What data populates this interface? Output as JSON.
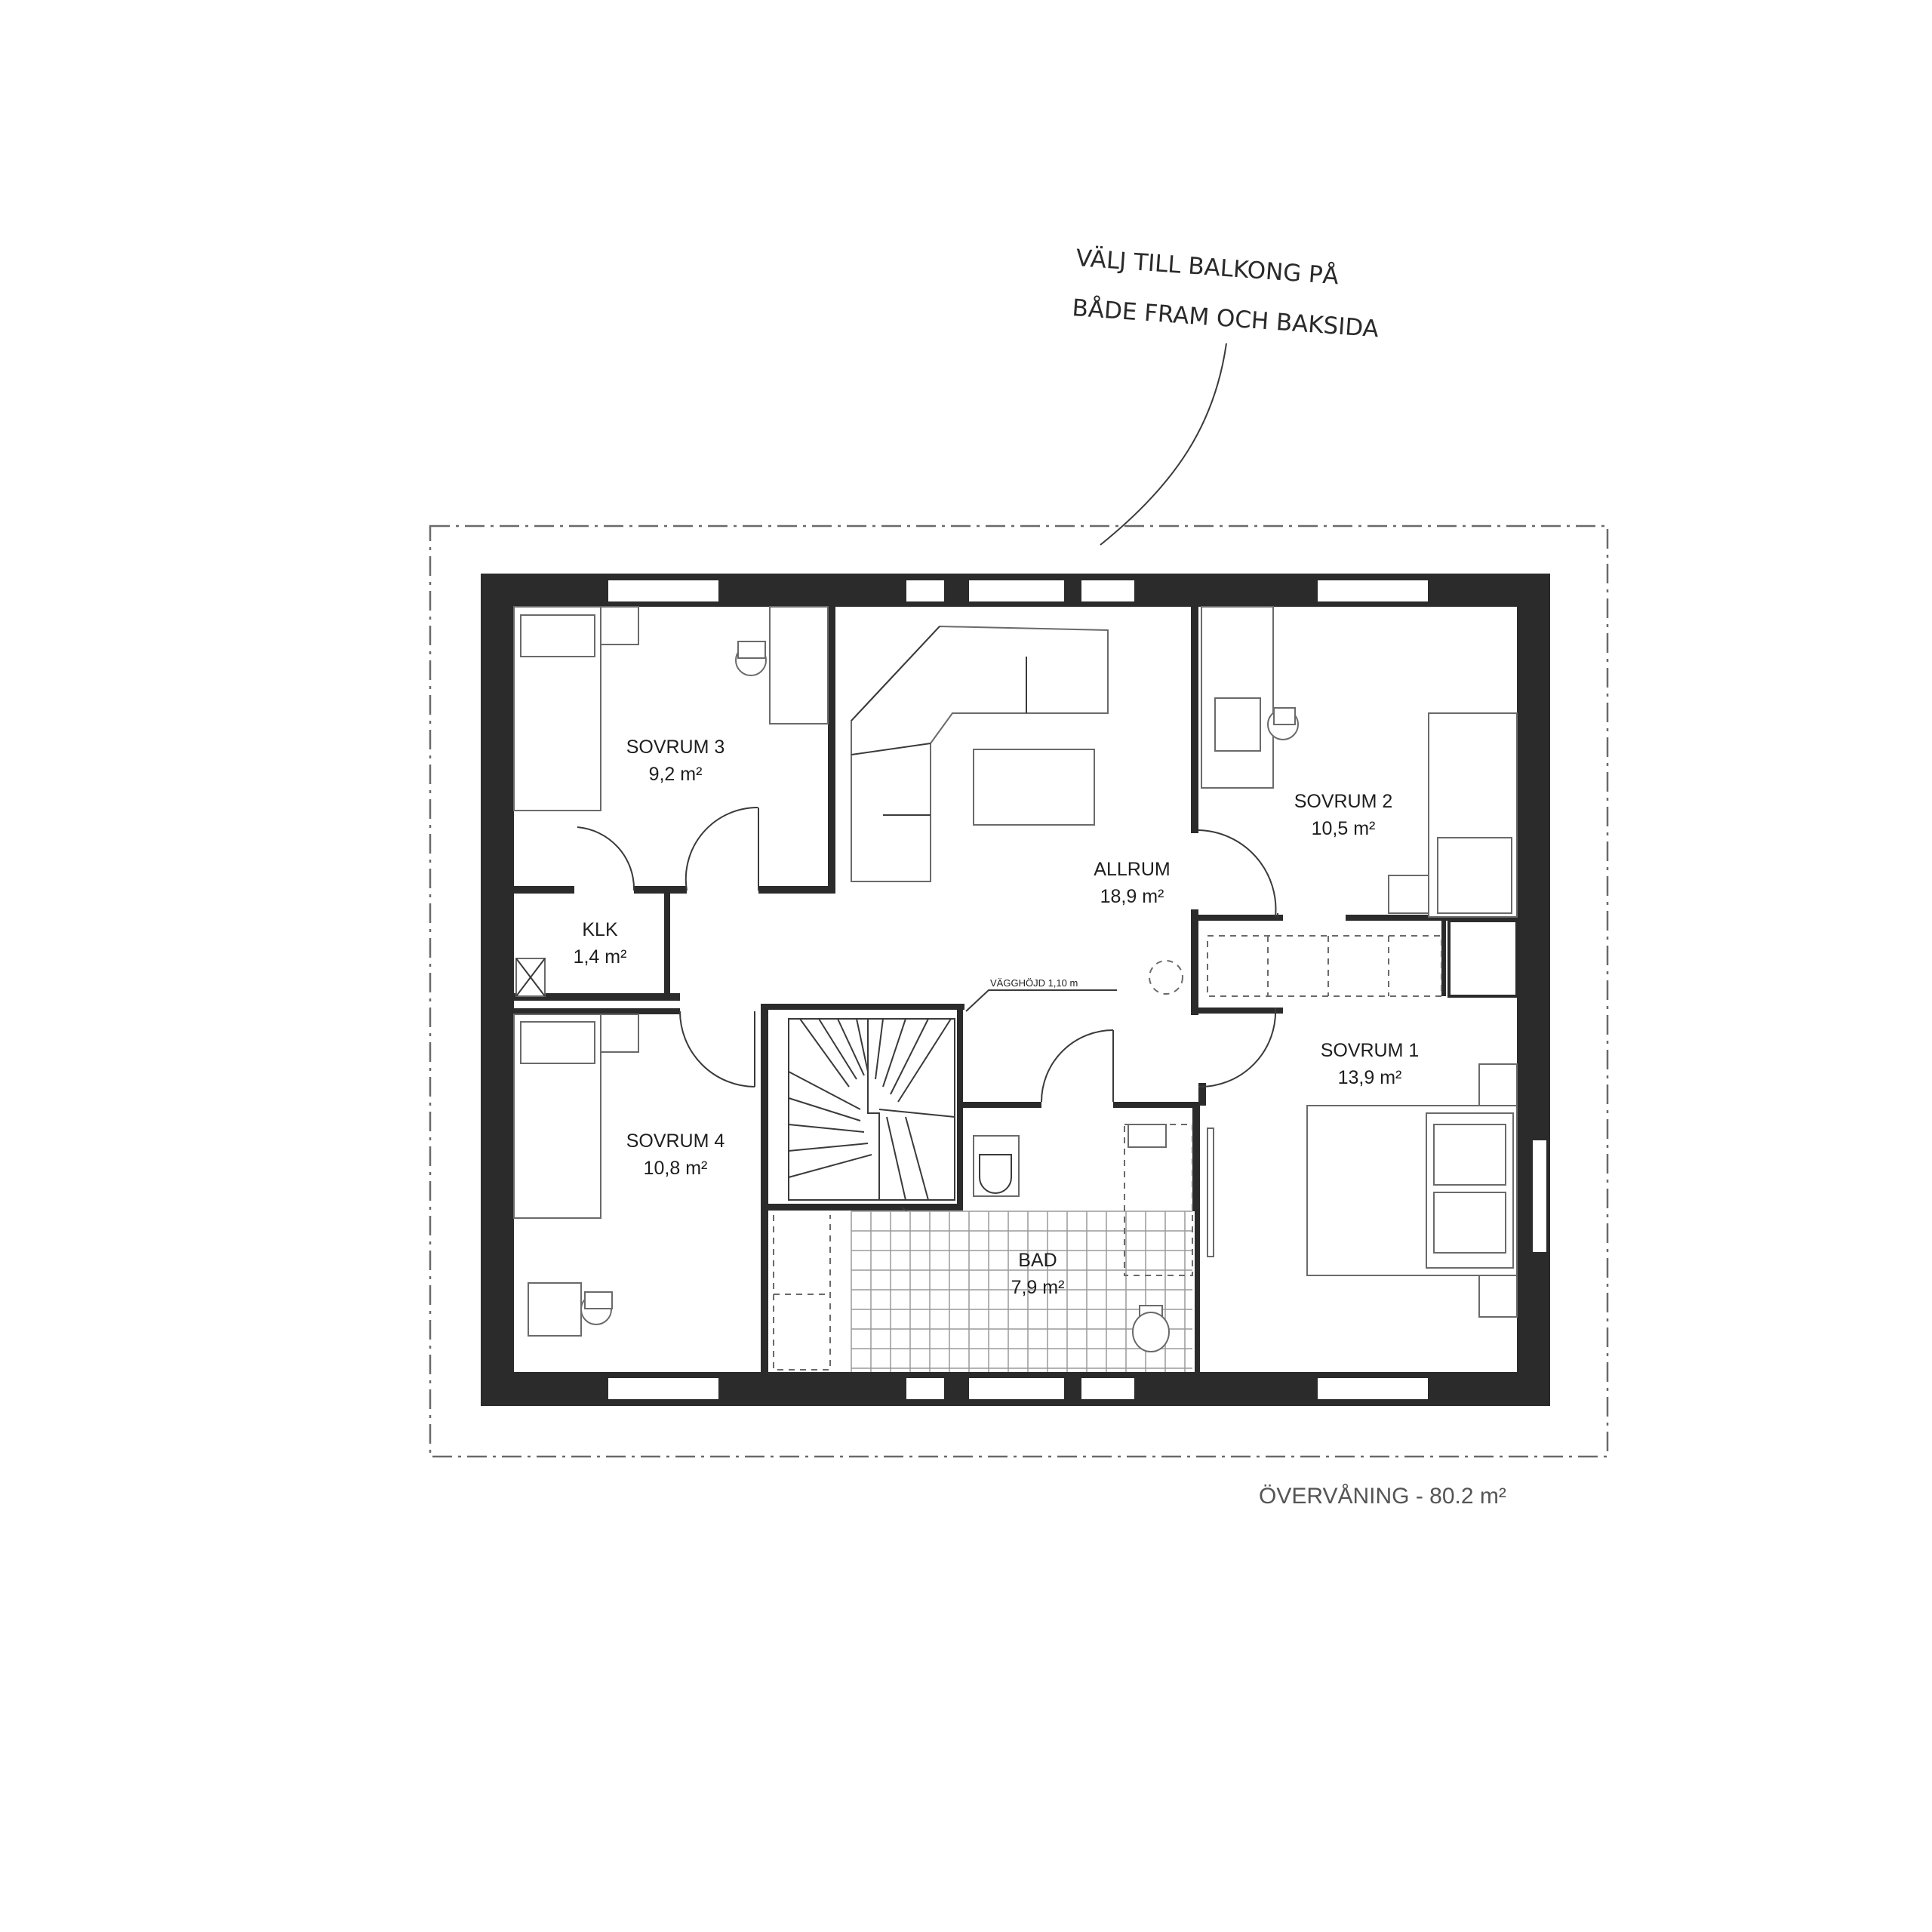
{
  "annotation": {
    "line1": "VÄLJ TILL BALKONG PÅ",
    "line2": "BÅDE FRAM OCH BAKSIDA"
  },
  "rooms": {
    "sovrum3": {
      "name": "SOVRUM 3",
      "area": "9,2 m²"
    },
    "sovrum2": {
      "name": "SOVRUM 2",
      "area": "10,5 m²"
    },
    "allrum": {
      "name": "ALLRUM",
      "area": "18,9 m²"
    },
    "klk": {
      "name": "KLK",
      "area": "1,4 m²"
    },
    "sovrum1": {
      "name": "SOVRUM 1",
      "area": "13,9 m²"
    },
    "sovrum4": {
      "name": "SOVRUM 4",
      "area": "10,8 m²"
    },
    "bad": {
      "name": "BAD",
      "area": "7,9 m²"
    }
  },
  "wall_height_note": "VÄGGHÖJD 1,10 m",
  "footer": "ÖVERVÅNING - 80.2 m²"
}
